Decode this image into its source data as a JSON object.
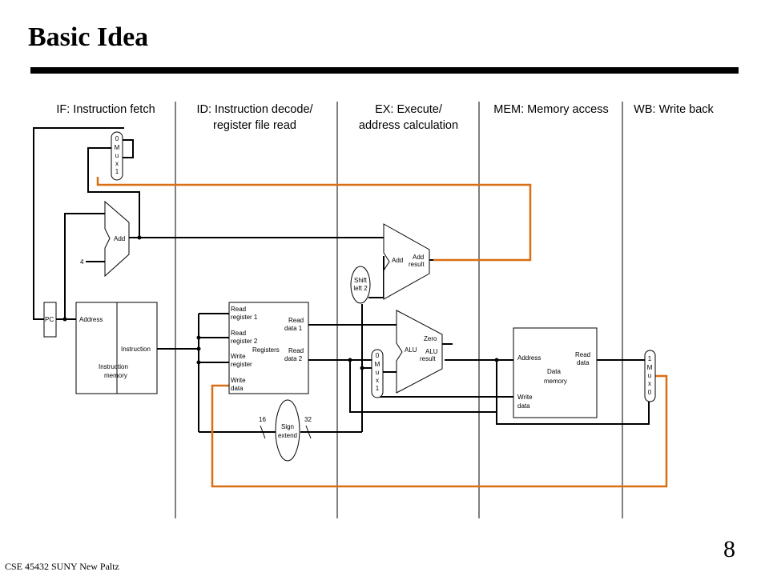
{
  "slide": {
    "title": "Basic Idea",
    "footer": "CSE 45432 SUNY New Paltz",
    "page_number": "8"
  },
  "stages": [
    {
      "line1": "IF: Instruction fetch",
      "line2": ""
    },
    {
      "line1": "ID: Instruction decode/",
      "line2": "register file read"
    },
    {
      "line1": "EX: Execute/",
      "line2": "address calculation"
    },
    {
      "line1": "MEM: Memory access",
      "line2": ""
    },
    {
      "line1": "WB: Write back",
      "line2": ""
    }
  ],
  "diagram": {
    "pc": "PC",
    "four": "4",
    "add": "Add",
    "add_result": "Add result",
    "add_result_1": "Add",
    "add_result_2": "result",
    "shift_left_1": "Shift",
    "shift_left_2": "left 2",
    "mux_top": [
      "0",
      "M",
      "u",
      "x",
      "1"
    ],
    "mux_ex": [
      "0",
      "M",
      "u",
      "x",
      "1"
    ],
    "mux_wb": [
      "1",
      "M",
      "u",
      "x",
      "0"
    ],
    "imem_address": "Address",
    "imem_instruction": "Instruction",
    "imem_name_1": "Instruction",
    "imem_name_2": "memory",
    "read_register_1": [
      "Read",
      "register 1"
    ],
    "read_register_2": [
      "Read",
      "register 2"
    ],
    "write_register": [
      "Write",
      "register"
    ],
    "write_data": [
      "Write",
      "data"
    ],
    "read_data_1": [
      "Read",
      "data 1"
    ],
    "read_data_2": [
      "Read",
      "data 2"
    ],
    "registers": "Registers",
    "alu": "ALU",
    "zero": "Zero",
    "alu_result": [
      "ALU",
      "result"
    ],
    "dmem_address": "Address",
    "dmem_read_data": [
      "Read",
      "data"
    ],
    "dmem_name": [
      "Data",
      "memory"
    ],
    "dmem_write_data": [
      "Write",
      "data"
    ],
    "sign_extend": [
      "Sign",
      "extend"
    ],
    "width_in": "16",
    "width_out": "32"
  },
  "colors": {
    "feedback": "#d96e13",
    "line": "#000000"
  }
}
